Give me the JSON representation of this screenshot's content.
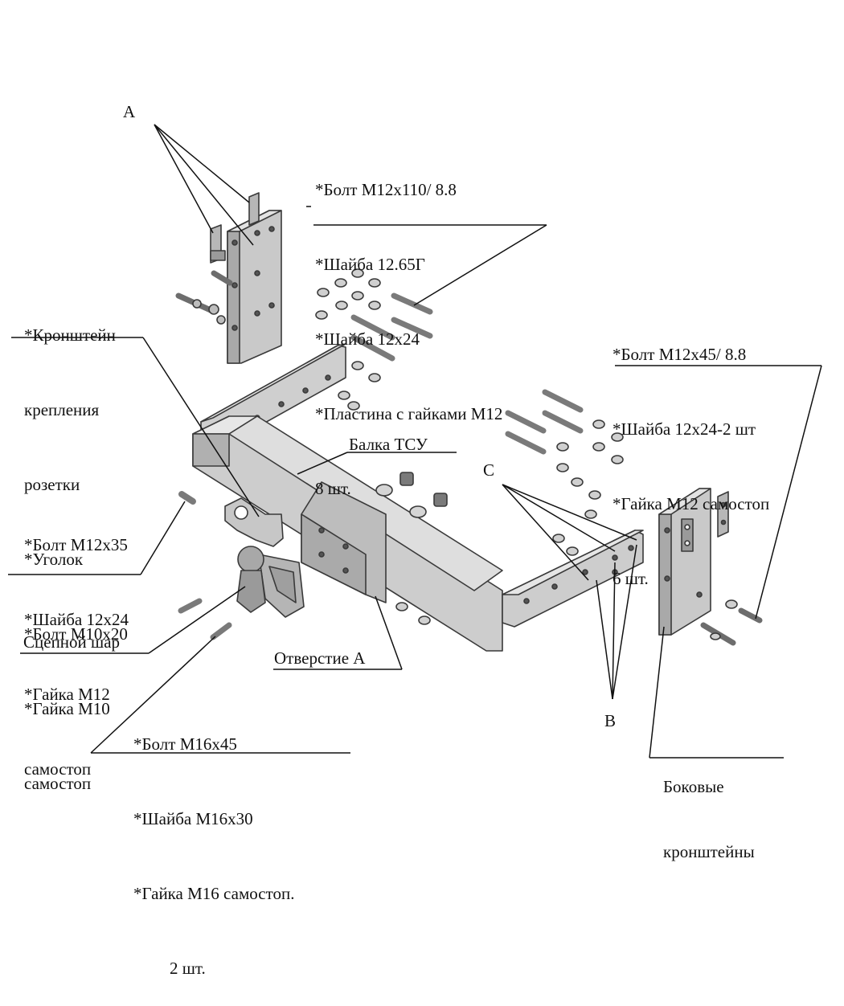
{
  "colors": {
    "part_fill": "#d7d7d7",
    "part_face": "#bfbfbf",
    "part_dark": "#8c8c8c",
    "edge": "#3a3a3a",
    "line": "#111111"
  },
  "labels": {
    "letter_a": "A",
    "letter_c": "C",
    "letter_b": "B",
    "fasteners_top": [
      "*Болт М12х110/ 8.8",
      "*Шайба 12.65Г",
      "*Шайба 12х24",
      "*Пластина с гайками М12",
      "8 шт."
    ],
    "bracket_socket": [
      "*Кронштейн",
      "крепления",
      "розетки",
      "*Уголок",
      "*Болт М10х20",
      "*Гайка М10",
      "самостоп"
    ],
    "fasteners_right": [
      "*Болт М12х45/ 8.8",
      "*Шайба 12х24-2 шт",
      "*Гайка М12 самостоп",
      "6 шт."
    ],
    "fasteners_left": [
      "*Болт М12х35",
      "*Шайба 12х24",
      "*Гайка М12",
      "самостоп"
    ],
    "beam": "Балка ТСУ",
    "ball": "Сцепной шар",
    "hole_a": "Отверстие А",
    "fasteners_bottom": [
      "*Болт М16х45",
      "*Шайба М16х30",
      "*Гайка М16 самостоп.",
      "2 шт."
    ],
    "side_brackets": [
      "Боковые",
      "кронштейны"
    ]
  }
}
